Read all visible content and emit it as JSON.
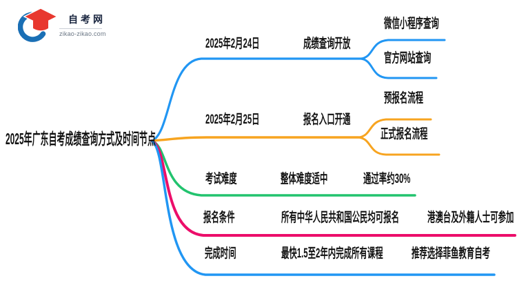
{
  "logo": {
    "title": "自考网",
    "domain": "zikao-zikao.com",
    "crescent_color": "#1a6fb5",
    "cap_color": "#e8382f"
  },
  "root": {
    "label": "2025年广东自考成绩查询方式及时间节点"
  },
  "branches": [
    {
      "color": "#2196f3",
      "nodes": [
        "2025年2月24日",
        "成绩查询开放"
      ],
      "children": [
        "微信小程序查询",
        "官方网站查询"
      ]
    },
    {
      "color": "#f7a420",
      "nodes": [
        "2025年2月25日",
        "报名入口开通"
      ],
      "children": [
        "预报名流程",
        "正式报名流程"
      ]
    },
    {
      "color": "#22c36e",
      "nodes": [
        "考试难度",
        "整体难度适中",
        "通过率约30%"
      ],
      "children": []
    },
    {
      "color": "#ec0e6a",
      "nodes": [
        "报名条件",
        "所有中华人民共和国公民均可报名",
        "港澳台及外籍人士可参加"
      ],
      "children": []
    },
    {
      "color": "#2196f3",
      "nodes": [
        "完成时间",
        "最快1.5至2年内完成所有课程",
        "推荐选择菲鱼教育自考"
      ],
      "children": []
    }
  ]
}
